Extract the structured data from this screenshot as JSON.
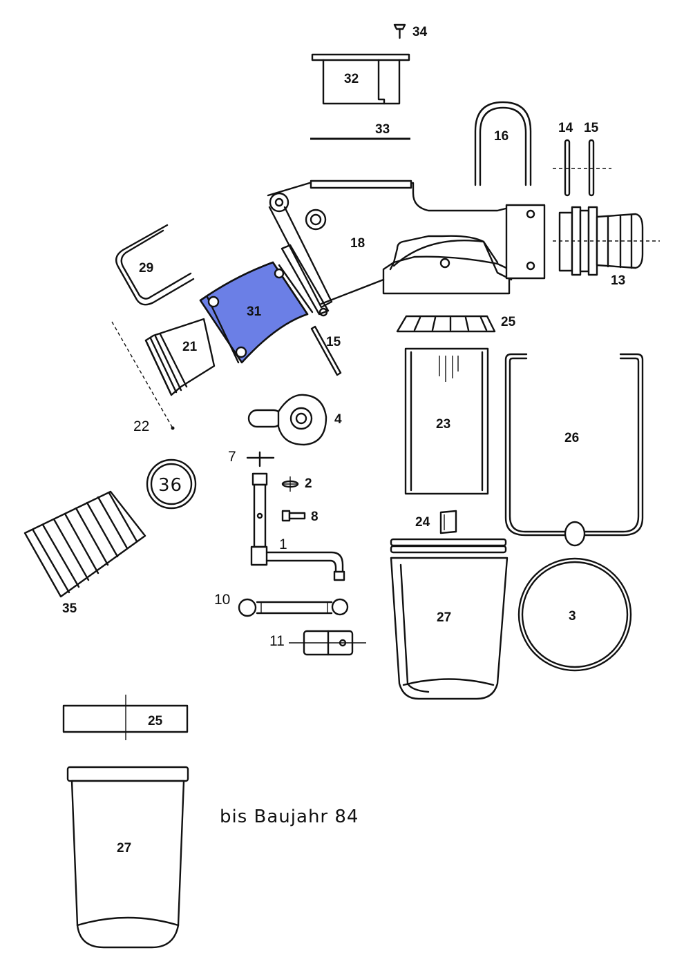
{
  "parts": {
    "p34": "34",
    "p32": "32",
    "p33": "33",
    "p16": "16",
    "p14": "14",
    "p15a": "15",
    "p18": "18",
    "p13": "13",
    "p29": "29",
    "p31": "31",
    "p21": "21",
    "p15b": "15",
    "p25a": "25",
    "p22": "22",
    "p4": "4",
    "p23": "23",
    "p26": "26",
    "p7": "7",
    "p2": "2",
    "p36": "36",
    "p8": "8",
    "p24": "24",
    "p1": "1",
    "p35": "35",
    "p10": "10",
    "p27a": "27",
    "p3": "3",
    "p11": "11",
    "p25b": "25",
    "p27b": "27"
  },
  "note": "bis  Baujahr 84",
  "highlight": {
    "part": "31",
    "color": "#6b7fe6"
  }
}
